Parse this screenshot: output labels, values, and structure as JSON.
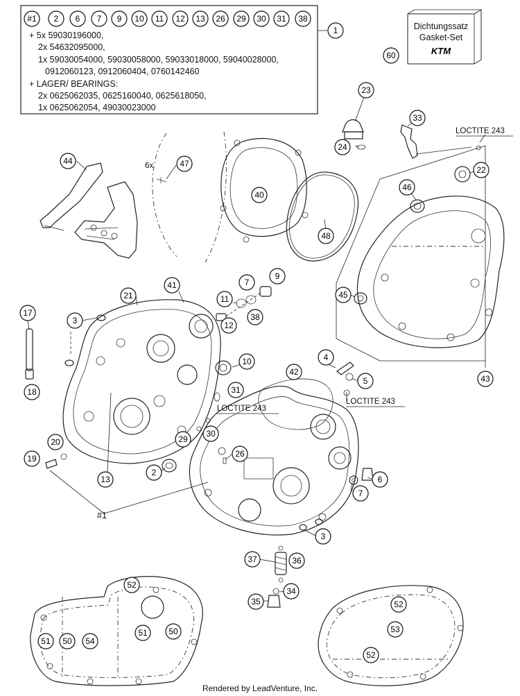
{
  "info_box": {
    "refs": [
      "#1",
      "2",
      "6",
      "7",
      "9",
      "10",
      "11",
      "12",
      "13",
      "26",
      "29",
      "30",
      "31",
      "38"
    ],
    "line_1": "+ 5x 59030196000,",
    "line_2": "2x 54632095000,",
    "line_3": "1x 59030054000, 59030058000, 59033018000, 59040028000,",
    "line_4": "0912060123, 0912060404, 0760142460",
    "line_5": "+ LAGER/ BEARINGS:",
    "line_6": "2x 0625062035, 0625160040, 0625618050,",
    "line_7": "1x 0625062054, 49030023000",
    "callout": "1"
  },
  "gasket_set": {
    "line_1": "Dichtungssatz",
    "line_2": "Gasket-Set",
    "brand": "KTM",
    "callout": "60"
  },
  "labels": {
    "loctite": "LOCTITE 243",
    "qty_6x": "6x",
    "ref_1": "#1"
  },
  "callouts": [
    {
      "id": "c23",
      "n": "23"
    },
    {
      "id": "c24",
      "n": "24"
    },
    {
      "id": "c33",
      "n": "33"
    },
    {
      "id": "c22",
      "n": "22"
    },
    {
      "id": "c44",
      "n": "44"
    },
    {
      "id": "c47",
      "n": "47"
    },
    {
      "id": "c40",
      "n": "40"
    },
    {
      "id": "c48",
      "n": "48"
    },
    {
      "id": "c46",
      "n": "46"
    },
    {
      "id": "c45",
      "n": "45"
    },
    {
      "id": "c43",
      "n": "43"
    },
    {
      "id": "c17",
      "n": "17"
    },
    {
      "id": "c3a",
      "n": "3"
    },
    {
      "id": "c21",
      "n": "21"
    },
    {
      "id": "c41",
      "n": "41"
    },
    {
      "id": "c11",
      "n": "11"
    },
    {
      "id": "c7a",
      "n": "7"
    },
    {
      "id": "c9",
      "n": "9"
    },
    {
      "id": "c12",
      "n": "12"
    },
    {
      "id": "c38",
      "n": "38"
    },
    {
      "id": "c10",
      "n": "10"
    },
    {
      "id": "c31",
      "n": "31"
    },
    {
      "id": "c18",
      "n": "18"
    },
    {
      "id": "c4",
      "n": "4"
    },
    {
      "id": "c5",
      "n": "5"
    },
    {
      "id": "c42",
      "n": "42"
    },
    {
      "id": "c29",
      "n": "29"
    },
    {
      "id": "c30",
      "n": "30"
    },
    {
      "id": "c20",
      "n": "20"
    },
    {
      "id": "c19",
      "n": "19"
    },
    {
      "id": "c13",
      "n": "13"
    },
    {
      "id": "c2",
      "n": "2"
    },
    {
      "id": "c26",
      "n": "26"
    },
    {
      "id": "c6",
      "n": "6"
    },
    {
      "id": "c7b",
      "n": "7"
    },
    {
      "id": "c3b",
      "n": "3"
    },
    {
      "id": "c37",
      "n": "37"
    },
    {
      "id": "c36",
      "n": "36"
    },
    {
      "id": "c34",
      "n": "34"
    },
    {
      "id": "c35",
      "n": "35"
    },
    {
      "id": "c52a",
      "n": "52"
    },
    {
      "id": "c51a",
      "n": "51"
    },
    {
      "id": "c50a",
      "n": "50"
    },
    {
      "id": "c54",
      "n": "54"
    },
    {
      "id": "c51b",
      "n": "51"
    },
    {
      "id": "c50b",
      "n": "50"
    },
    {
      "id": "c52b",
      "n": "52"
    },
    {
      "id": "c53",
      "n": "53"
    },
    {
      "id": "c52c",
      "n": "52"
    }
  ],
  "footer": "Rendered by LeadVenture, Inc."
}
